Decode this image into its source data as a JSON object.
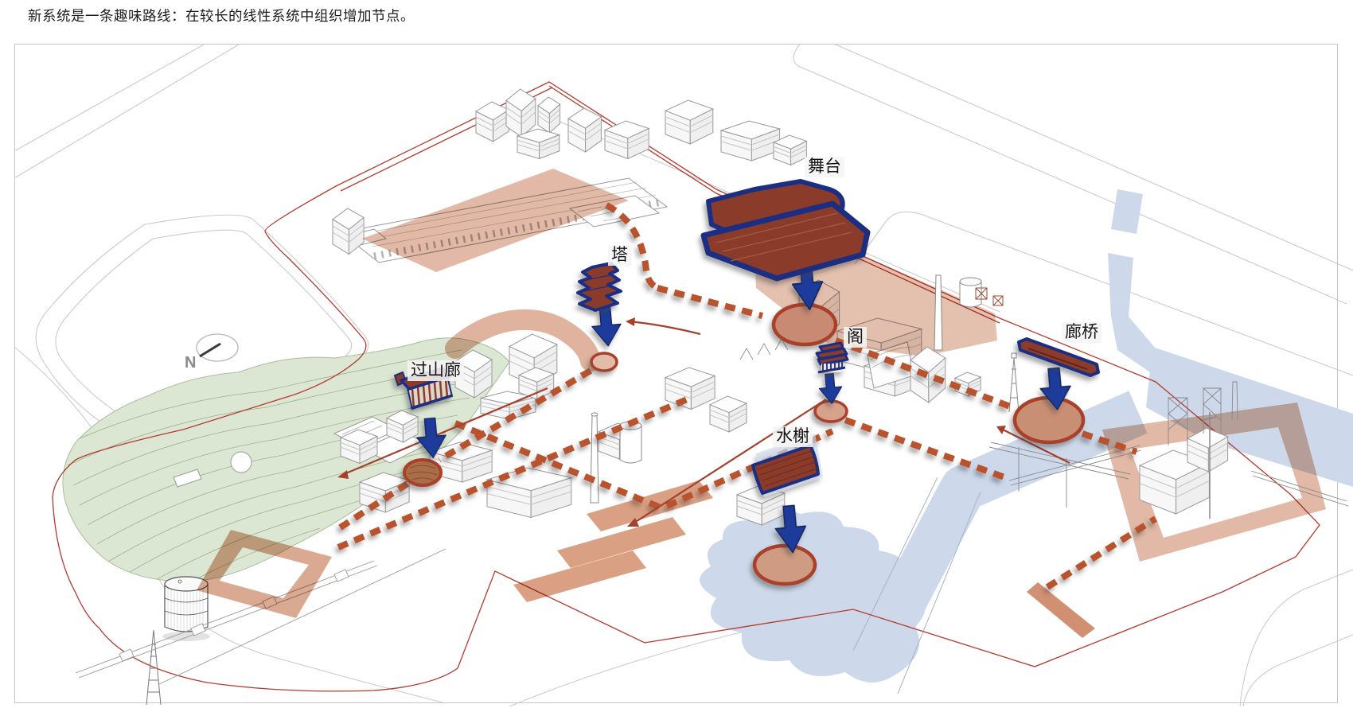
{
  "title": "新系统是一条趣味路线：在较长的线性系统中组织增加节点。",
  "diagram": {
    "compass_label": "N",
    "nodes": [
      {
        "id": "stage",
        "label": "舞台"
      },
      {
        "id": "tower",
        "label": "塔"
      },
      {
        "id": "pavilion",
        "label": "阁"
      },
      {
        "id": "gallery-bridge",
        "label": "廊桥"
      },
      {
        "id": "mountain-gallery",
        "label": "过山廊"
      },
      {
        "id": "water-pavilion",
        "label": "水榭"
      }
    ],
    "colors": {
      "route_dash": "#b8532f",
      "route_plane": "#c4744e",
      "node_outline_navy": "#1e2f82",
      "node_fill_brick": "#8a3a2a",
      "arrow_blue": "#1d3a9b",
      "landing_ellipse_stroke": "#a8402c",
      "site_boundary_red": "#b53a2e",
      "water": "#cdd9ea",
      "hill_green": "#dbe6d3",
      "building_line": "#999999"
    }
  }
}
